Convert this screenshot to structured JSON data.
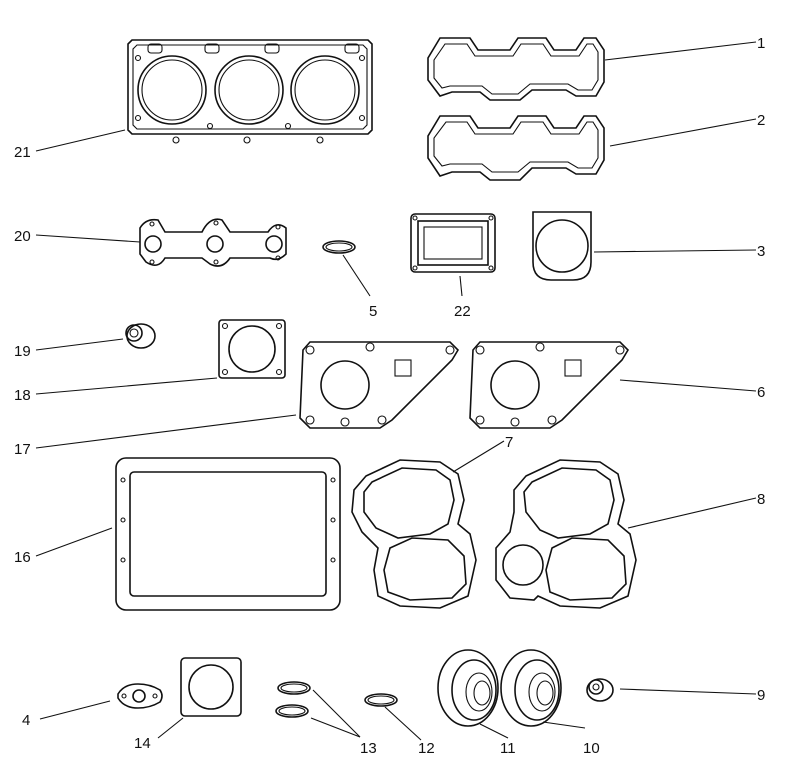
{
  "diagram": {
    "callouts": [
      {
        "id": "1",
        "text": "1"
      },
      {
        "id": "2",
        "text": "2"
      },
      {
        "id": "3",
        "text": "3"
      },
      {
        "id": "4",
        "text": "4"
      },
      {
        "id": "5",
        "text": "5"
      },
      {
        "id": "6",
        "text": "6"
      },
      {
        "id": "7",
        "text": "7"
      },
      {
        "id": "8",
        "text": "8"
      },
      {
        "id": "9",
        "text": "9"
      },
      {
        "id": "10",
        "text": "10"
      },
      {
        "id": "11",
        "text": "11"
      },
      {
        "id": "12",
        "text": "12"
      },
      {
        "id": "13",
        "text": "13"
      },
      {
        "id": "14",
        "text": "14"
      },
      {
        "id": "16",
        "text": "16"
      },
      {
        "id": "17",
        "text": "17"
      },
      {
        "id": "18",
        "text": "18"
      },
      {
        "id": "19",
        "text": "19"
      },
      {
        "id": "20",
        "text": "20"
      },
      {
        "id": "21",
        "text": "21"
      },
      {
        "id": "22",
        "text": "22"
      }
    ]
  }
}
